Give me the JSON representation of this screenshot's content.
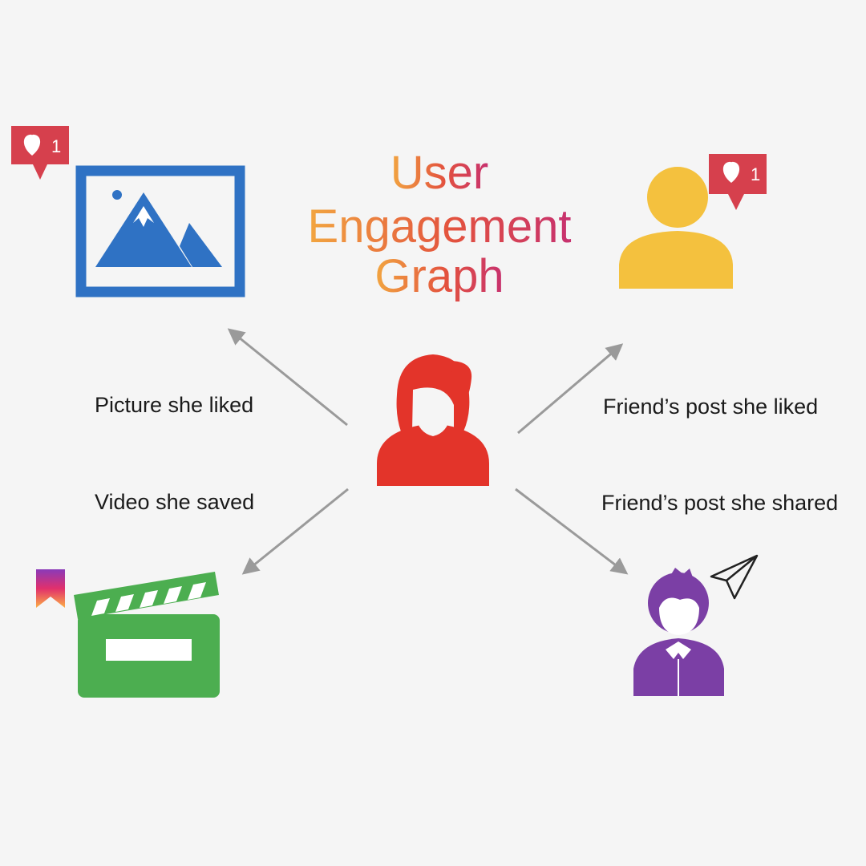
{
  "title": {
    "line1": "User",
    "line2": "Engagement",
    "line3": "Graph"
  },
  "edges": {
    "picture": "Picture she liked",
    "video": "Video she saved",
    "friend_liked": "Friend’s post she liked",
    "friend_shared": "Friend’s post she shared"
  },
  "badges": {
    "picture_likes": "1",
    "friend_likes": "1"
  },
  "icons": {
    "center": "woman-user-icon",
    "picture": "picture-icon",
    "video": "clapperboard-icon",
    "friend_liked": "friend-user-icon",
    "friend_shared": "boy-user-icon",
    "like_badge": "heart-badge-icon",
    "bookmark": "bookmark-icon",
    "share": "paper-plane-icon"
  },
  "colors": {
    "background": "#f5f5f5",
    "woman": "#e3342a",
    "picture": "#2f72c4",
    "video": "#4cae50",
    "friend": "#f4c13e",
    "boy": "#7b3fa5",
    "badge": "#d6404d",
    "arrow": "#9a9a9a",
    "title_gradient": [
      "#f0a13a",
      "#e1573f",
      "#c8356e"
    ]
  }
}
